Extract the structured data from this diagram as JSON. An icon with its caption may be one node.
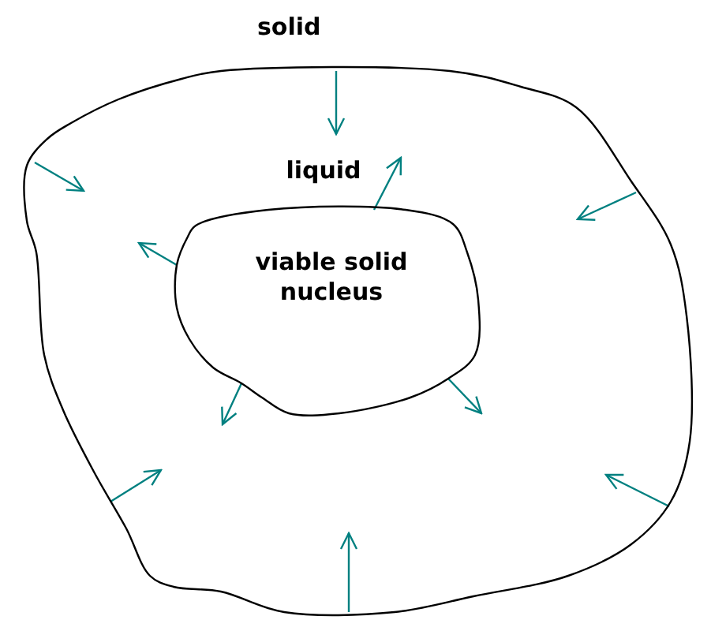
{
  "diagram": {
    "nodes": [
      {
        "text": [
          "liquid"
        ]
      },
      {
        "text": [
          "viable solid nucleus"
        ],
        "in": 0
      }
    ],
    "edges": [
      {
        "from": 0,
        "to": null,
        "arrow": "to"
      },
      {
        "from": 0,
        "to": null,
        "arrow": "to"
      },
      {
        "from": 0,
        "to": null,
        "arrow": "to"
      },
      {
        "from": 0,
        "to": null,
        "arrow": "to"
      },
      {
        "from": 0,
        "to": null,
        "arrow": "to"
      },
      {
        "from": 0,
        "to": null,
        "arrow": "to"
      },
      {
        "from": 1,
        "to": null,
        "arrow": "to"
      },
      {
        "from": 1,
        "to": null,
        "arrow": "to"
      },
      {
        "from": 1,
        "to": null,
        "arrow": "to"
      },
      {
        "from": 1,
        "to": null,
        "arrow": "to"
      }
    ],
    "labels": [
      "solid"
    ]
  }
}
